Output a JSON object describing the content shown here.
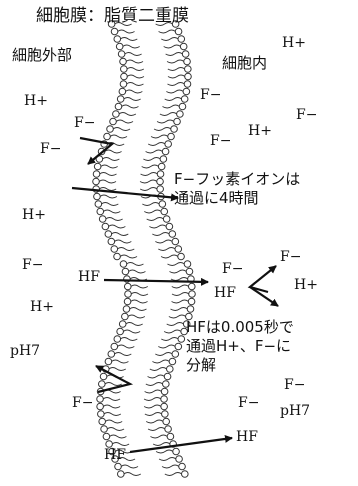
{
  "title": "細胞膜：脂質二重膜",
  "regions": {
    "outside": "細胞外部",
    "inside": "細胞内"
  },
  "ions": [
    {
      "id": "h-plus-1",
      "text": "H+"
    },
    {
      "id": "h-plus-2",
      "text": "H+"
    },
    {
      "id": "f-minus-1",
      "text": "F−"
    },
    {
      "id": "h-plus-3",
      "text": "H+"
    },
    {
      "id": "f-minus-2",
      "text": "F−"
    },
    {
      "id": "f-minus-3",
      "text": "F−"
    },
    {
      "id": "f-minus-4",
      "text": "F−"
    },
    {
      "id": "f-minus-5",
      "text": "F−"
    },
    {
      "id": "h-plus-4",
      "text": "H+"
    },
    {
      "id": "f-minus-6",
      "text": "F−"
    },
    {
      "id": "h-plus-5",
      "text": "H+"
    },
    {
      "id": "hf-1",
      "text": "HF"
    },
    {
      "id": "f-minus-7",
      "text": "F−"
    },
    {
      "id": "f-minus-8",
      "text": "F−"
    },
    {
      "id": "hf-2",
      "text": "HF"
    },
    {
      "id": "h-plus-6",
      "text": "H+"
    },
    {
      "id": "ph-1",
      "text": "pH7"
    },
    {
      "id": "f-minus-9",
      "text": "F−"
    },
    {
      "id": "f-minus-10",
      "text": "F−"
    },
    {
      "id": "f-minus-11",
      "text": "F−"
    },
    {
      "id": "ph-2",
      "text": "pH7"
    },
    {
      "id": "hf-3",
      "text": "HF"
    },
    {
      "id": "hf-4",
      "text": "HF"
    }
  ],
  "notes": {
    "fluoride": [
      "F−フッ素イオンは",
      "通過に4時間"
    ],
    "hf": [
      "HFは0.005秒で",
      "通過H+、F−に",
      "分解"
    ]
  },
  "colors": {
    "ink": "#111111",
    "membrane": "#333333"
  }
}
